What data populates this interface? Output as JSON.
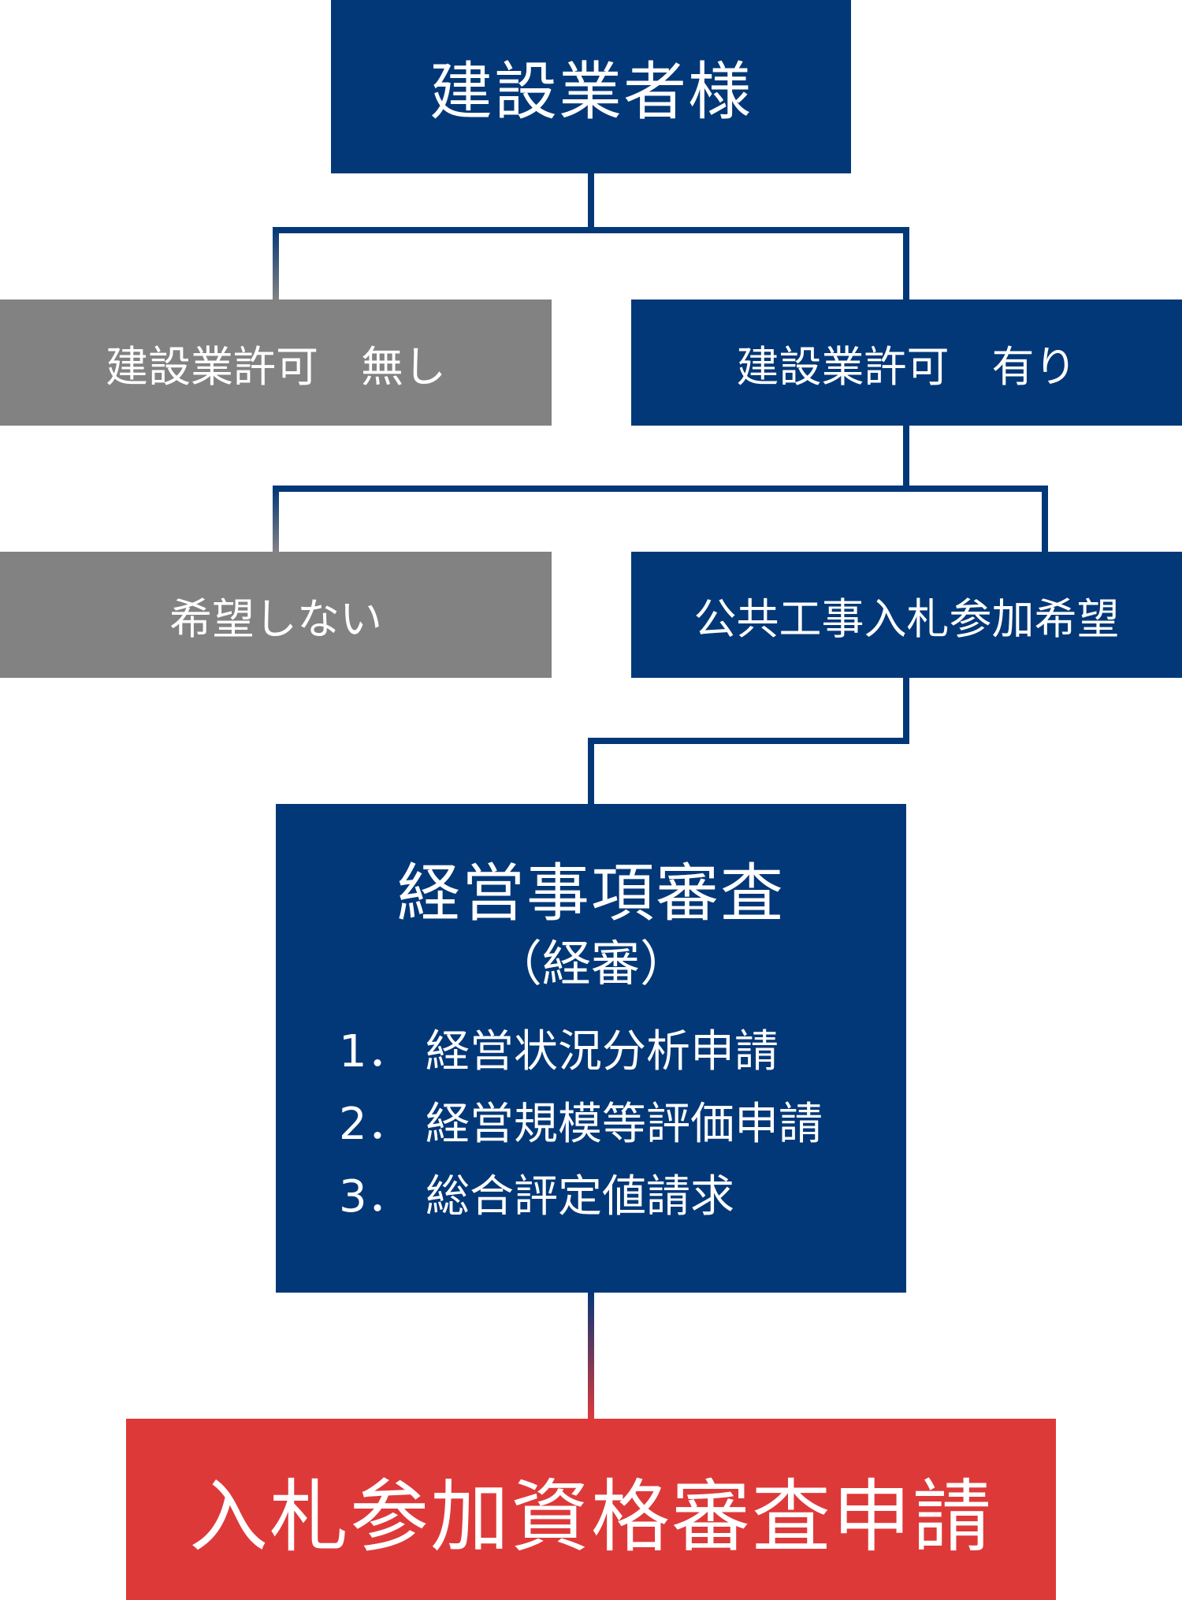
{
  "diagram": {
    "root": "建設業者様",
    "license_none": "建設業許可　無し",
    "license_yes": "建設業許可　有り",
    "no_wish": "希望しない",
    "wish": "公共工事入札参加希望",
    "keishin": {
      "title": "経営事項審査",
      "subtitle": "（経審）",
      "steps": [
        {
          "num": "1．",
          "label": "経営状況分析申請"
        },
        {
          "num": "2．",
          "label": "経営規模等評価申請"
        },
        {
          "num": "3．",
          "label": "総合評定値請求"
        }
      ]
    },
    "final": "入札参加資格審査申請"
  },
  "colors": {
    "navy": "#033878",
    "gray": "#828282",
    "red": "#de3939",
    "text": "#ffffff"
  }
}
